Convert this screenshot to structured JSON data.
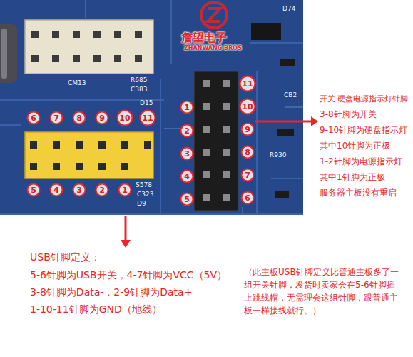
{
  "diagram": {
    "nodes": [
      {
        "text": [
          "6"
        ]
      },
      {
        "text": [
          "7"
        ]
      },
      {
        "text": [
          "8"
        ]
      },
      {
        "text": [
          "9"
        ]
      },
      {
        "text": [
          "10"
        ]
      },
      {
        "text": [
          "11"
        ]
      },
      {
        "text": [
          "5"
        ]
      },
      {
        "text": [
          "4"
        ]
      },
      {
        "text": [
          "3"
        ]
      },
      {
        "text": [
          "2"
        ]
      },
      {
        "text": [
          "1"
        ]
      },
      {
        "text": [
          "1"
        ]
      },
      {
        "text": [
          "2"
        ]
      },
      {
        "text": [
          "3"
        ]
      },
      {
        "text": [
          "4"
        ]
      },
      {
        "text": [
          "5"
        ]
      },
      {
        "text": [
          "11"
        ]
      },
      {
        "text": [
          "10"
        ]
      },
      {
        "text": [
          "9"
        ]
      },
      {
        "text": [
          "8"
        ]
      },
      {
        "text": [
          "7"
        ]
      },
      {
        "text": [
          "6"
        ]
      }
    ],
    "labels": [
      "詹望电子",
      "ZHANWANG BROS",
      "R685",
      "C383",
      "D15",
      "CM13",
      "S578",
      "C323",
      "D9",
      "D74",
      "CB2",
      "R930",
      "开关 硬盘电源指示灯针脚",
      "3-8针脚为开关",
      "9-10针脚为硬盘指示灯",
      "其中10针脚为正极",
      "1-2针脚为电源指示灯",
      "其中1针脚为正极",
      "服务器主板没有重启",
      "USB针脚定义：",
      "5-6针脚为USB开关，4-7针脚为VCC（5V）",
      "3-8针脚为Data-，2-9针脚为Data+",
      "1-10-11针脚为GND（地线）",
      "（此主板USB针脚定义比普通主板多了一组开关针脚，发货时卖家会在5-6针脚插上跳线帽，无需理会这组针脚，跟普通主板一样接线就行。）"
    ]
  }
}
